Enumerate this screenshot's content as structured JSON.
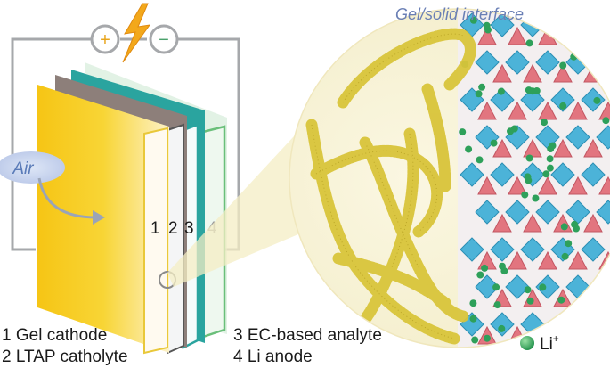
{
  "title": "Gel/solid interface",
  "air_label": "Air",
  "terminals": {
    "positive": "+",
    "negative": "−"
  },
  "layer_numbers": [
    "1",
    "2",
    "3",
    "4"
  ],
  "legend": [
    "1 Gel cathode",
    "2 LTAP catholyte",
    "3 EC-based analyte",
    "4 Li anode"
  ],
  "ion_label": "Li",
  "ion_charge": "+",
  "colors": {
    "cathode_gold": "#f2c414",
    "catholyte": "#e9ecef",
    "anolyte_teal": "#2aa49f",
    "anode_green": "#6abf7a",
    "wire": "#a6a8ab",
    "bolt": "#f3a81b",
    "tetrahedron": "#e2757f",
    "octahedron": "#4cb3d8",
    "li_ion": "#2ea05a",
    "nanotube": "#d9c43a",
    "air_text": "#5a7bb8",
    "title_text": "#6a7fb5"
  }
}
